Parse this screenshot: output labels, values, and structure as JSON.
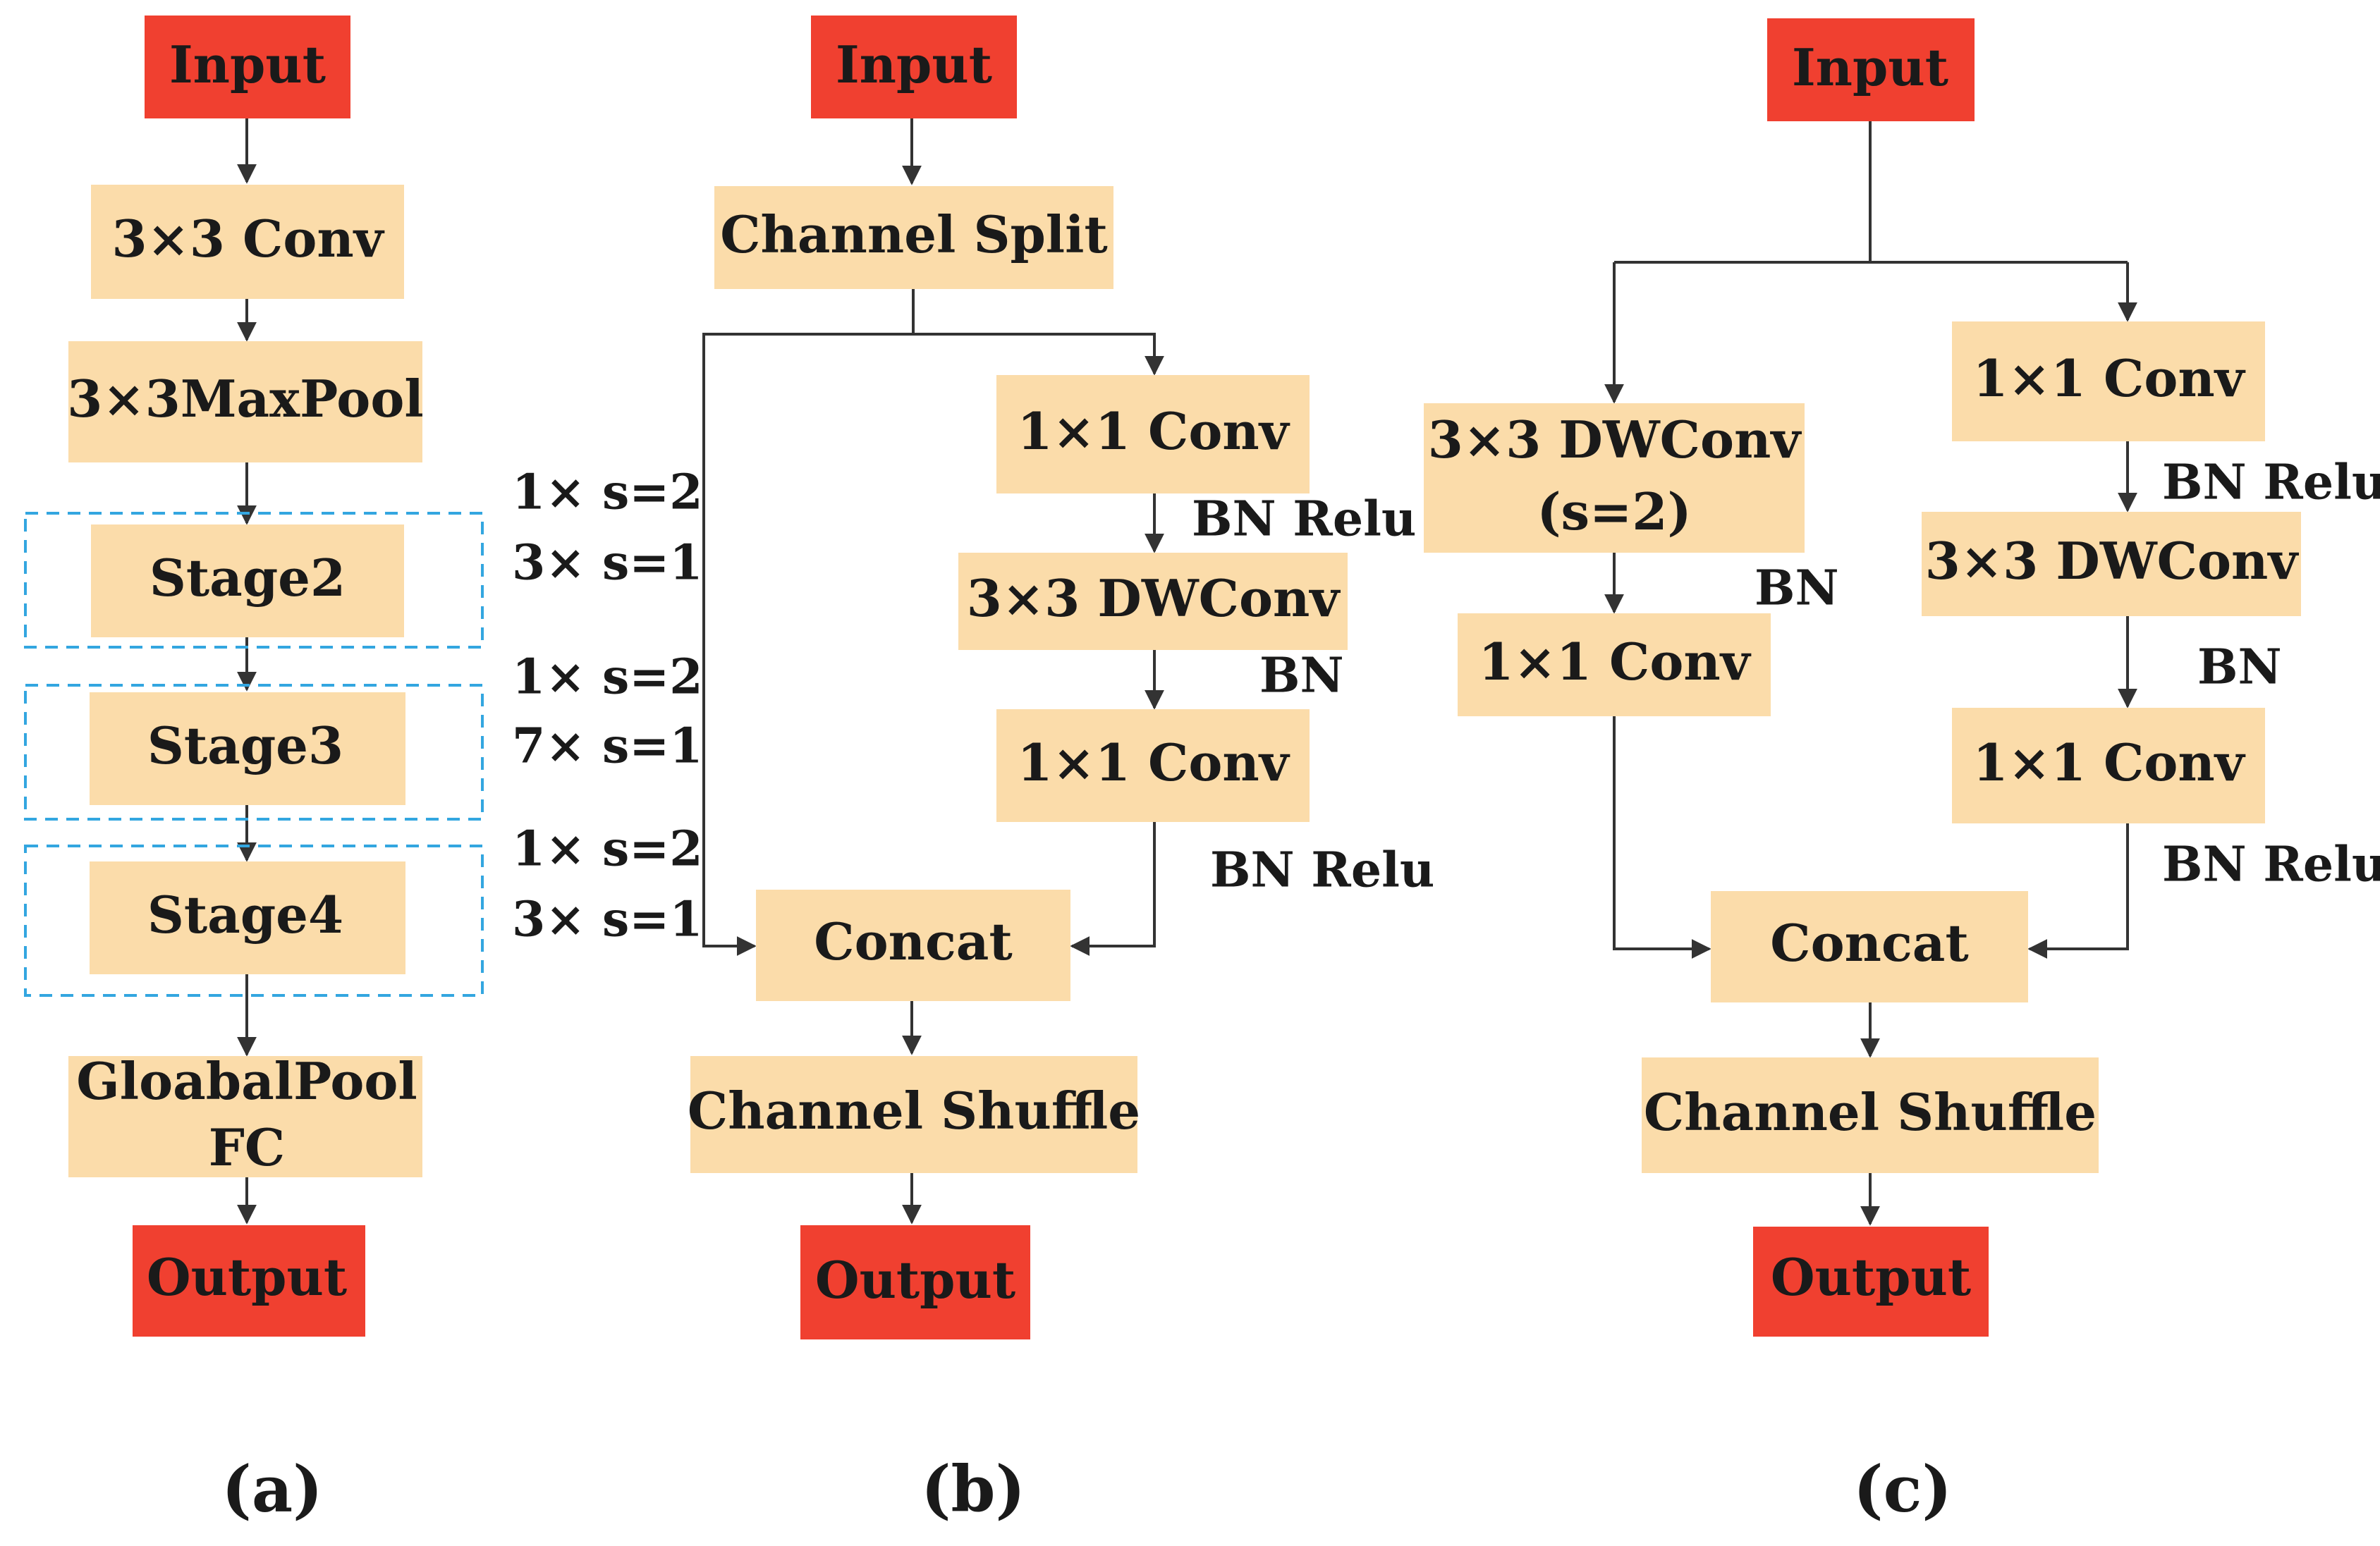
{
  "colors": {
    "terminal": "#f04030",
    "block": "#fbdcaa",
    "stage_border": "#33a6e0",
    "edge": "#333333"
  },
  "a": {
    "input": "Input",
    "conv": "3×3 Conv",
    "maxpool": "3×3MaxPool",
    "stage2": "Stage2",
    "stage3": "Stage3",
    "stage4": "Stage4",
    "pool_line1": "GloabalPool",
    "pool_line2": "FC",
    "output": "Output",
    "stage2_rep1": "1× s=2",
    "stage2_rep2": "3× s=1",
    "stage3_rep1": "1× s=2",
    "stage3_rep2": "7× s=1",
    "stage4_rep1": "1× s=2",
    "stage4_rep2": "3× s=1",
    "caption": "(a)"
  },
  "b": {
    "input": "Input",
    "split": "Channel Split",
    "conv1": "1×1 Conv",
    "dwconv": "3×3 DWConv",
    "conv2": "1×1 Conv",
    "concat": "Concat",
    "shuffle": "Channel Shuffle",
    "output": "Output",
    "note1": "BN Relu",
    "note2": "BN",
    "note3": "BN Relu",
    "caption": "(b)"
  },
  "c": {
    "input": "Input",
    "left_dw_line1": "3×3 DWConv",
    "left_dw_line2": "(s=2)",
    "left_conv": "1×1 Conv",
    "left_note": "BN",
    "right_conv1": "1×1 Conv",
    "right_dwconv": "3×3 DWConv",
    "right_conv2": "1×1 Conv",
    "right_note1": "BN Relu",
    "right_note2": "BN",
    "right_note3": "BN Relu",
    "concat": "Concat",
    "shuffle": "Channel Shuffle",
    "output": "Output",
    "caption": "(c)"
  }
}
